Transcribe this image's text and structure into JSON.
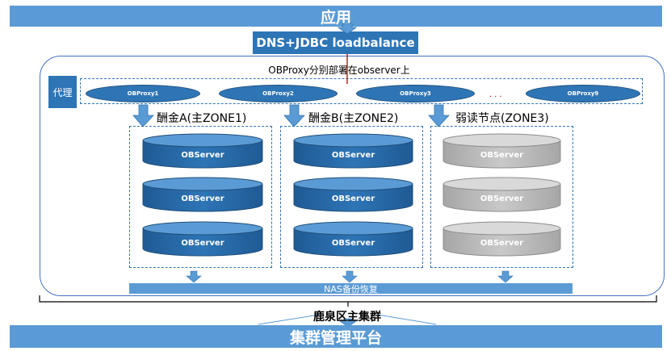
{
  "app_label": "应用",
  "loadbalance_label": "DNS+JDBC loadbalance",
  "cluster_caption": "OBProxy分别部署在observer上",
  "proxy_tag": "代理",
  "proxies": [
    "OBProxy1",
    "OBProxy2",
    "OBProxy3",
    "OBProxy9"
  ],
  "proxy_ellipsis": "...",
  "zones": [
    {
      "label": "酬金A(主ZONE1)",
      "server_label": "OBServer",
      "color": "#2e75b6"
    },
    {
      "label": "酬金B(主ZONE2)",
      "server_label": "OBServer",
      "color": "#2e75b6"
    },
    {
      "label": "弱读节点(ZONE3)",
      "server_label": "OBServer",
      "color": "#c9c9c9"
    }
  ],
  "nas_label": "NAS备份恢复",
  "site_label": "鹿泉区主集群",
  "mgmt_label": "集群管理平台",
  "colors": {
    "bar": "#5b9bd5",
    "dark_blue": "#2e75b6",
    "gray": "#c9c9c9",
    "red": "#c00000"
  }
}
